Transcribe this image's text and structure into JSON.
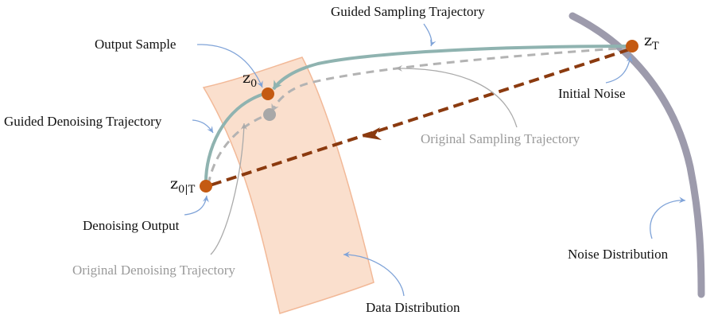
{
  "labels": {
    "guided_sampling": "Guided Sampling Trajectory",
    "output_sample": "Output Sample",
    "guided_denoising": "Guided Denoising Trajectory",
    "original_sampling": "Original Sampling Trajectory",
    "initial_noise": "Initial Noise",
    "denoising_output": "Denoising Output",
    "original_denoising": "Original Denoising Trajectory",
    "noise_distribution": "Noise Distribution",
    "data_distribution": "Data Distribution"
  },
  "math": {
    "zT": {
      "base": "z",
      "sub": "T"
    },
    "z0": {
      "base": "z",
      "sub": "0"
    },
    "z0T": {
      "base": "z",
      "sub": "0|T"
    }
  },
  "colors": {
    "guided_path": "#8fb3b0",
    "original_path": "#b3b3b3",
    "direct_path": "#8b3a0f",
    "node": "#c45a12",
    "original_node": "#a8a8a8",
    "data_dist_fill": "#f9d9c4",
    "data_dist_stroke": "#f2b998",
    "noise_dist": "#9d9bac",
    "annotation_arrow": "#7fa3d8",
    "grey_annotation_arrow": "#aaaaaa"
  }
}
